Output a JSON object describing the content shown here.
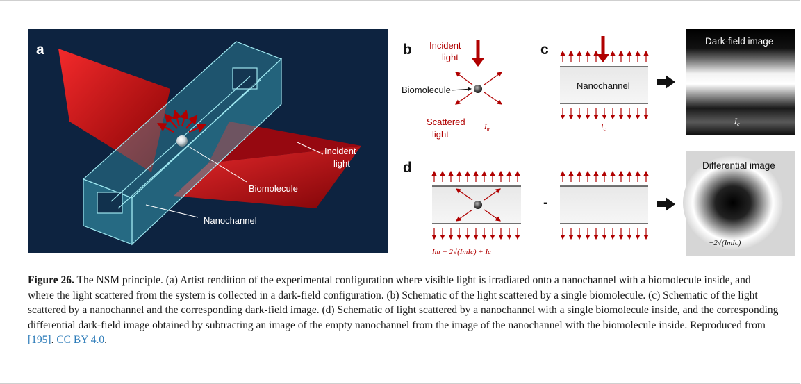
{
  "figure": {
    "panels": {
      "a": {
        "label": "a",
        "incident_light": [
          "Incident",
          "light"
        ],
        "biomolecule": "Biomolecule",
        "nanochannel": "Nanochannel"
      },
      "b": {
        "label": "b",
        "incident_light": [
          "Incident",
          "light"
        ],
        "biomolecule": "Biomolecule",
        "scattered_light": [
          "Scattered",
          "light"
        ],
        "intensity": "I",
        "intensity_sub": "m"
      },
      "c": {
        "label": "c",
        "nanochannel": "Nanochannel",
        "intensity": "I",
        "intensity_sub": "c",
        "image_title": "Dark-field image",
        "image_intensity": "I",
        "image_intensity_sub": "c"
      },
      "d": {
        "label": "d",
        "formula": "Im − 2√(ImIc) + Ic",
        "minus": "-",
        "image_title": "Differential image",
        "image_formula": "−2√(ImIc)"
      }
    },
    "colors": {
      "dark_bg": "#0d2340",
      "accent_red": "#b00000",
      "channel_cyan": "#4fc6d6"
    },
    "caption": {
      "label": "Figure 26.",
      "text": " The NSM principle. (a) Artist rendition of the experimental configuration where visible light is irradiated onto a nanochannel with a biomolecule inside, and where the light scattered from the system is collected in a dark-field configuration. (b) Schematic of the light scattered by a single biomolecule. (c) Schematic of the light scattered by a nanochannel and the corresponding dark-field image. (d) Schematic of light scattered by a nanochannel with a single biomolecule inside, and the corresponding differential dark-field image obtained by subtracting an image of the empty nanochannel from the image of the nanochannel with the biomolecule inside. Reproduced from ",
      "ref": "[195]",
      "sep": ". ",
      "license": "CC BY 4.0",
      "end": "."
    }
  }
}
